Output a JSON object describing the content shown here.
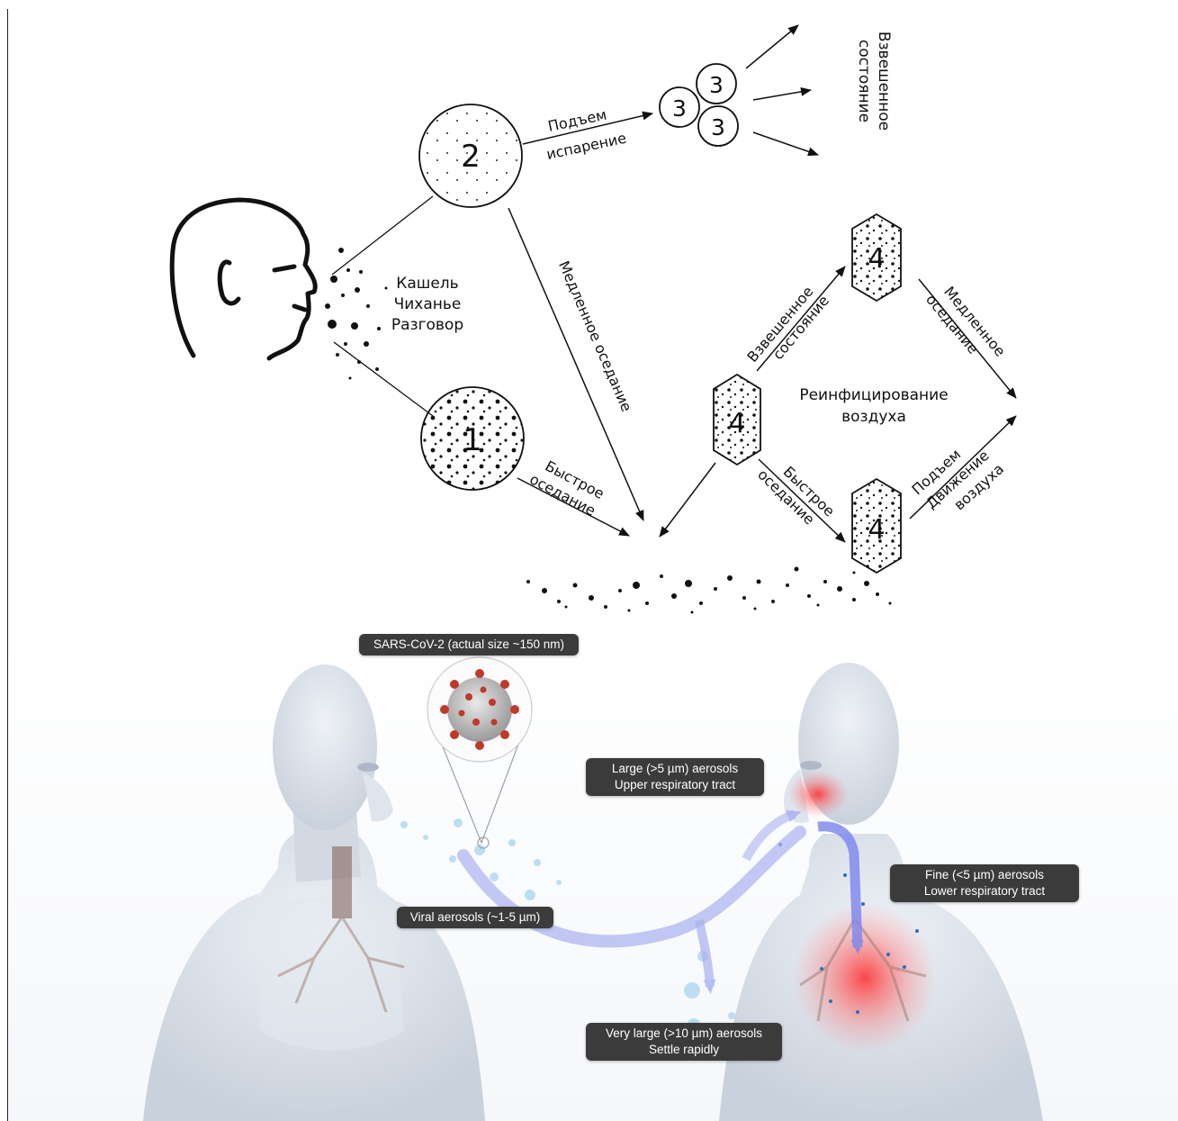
{
  "top_diagram": {
    "source_label": [
      "Кашель",
      "Чиханье",
      "Разговор"
    ],
    "droplet_2": "2",
    "droplet_1": "1",
    "nucleus_3": "3",
    "nucleus_4": "4",
    "rise_evaporation": [
      "Подъем",
      "испарение"
    ],
    "suspended_state_top": [
      "Взвешенное",
      "состояние"
    ],
    "slow_settling_long": "Медленное оседание",
    "fast_settling_left": [
      "Быстрое",
      "оседание"
    ],
    "suspended_state_mid": [
      "Взвешенное",
      "состояние"
    ],
    "slow_settling_right": [
      "Медленное",
      "оседание"
    ],
    "reinfection": [
      "Реинфицирование",
      "воздуха"
    ],
    "fast_settling_right": [
      "Быстрое",
      "оседание"
    ],
    "rise_air_movement": [
      "Подъем",
      "Движение",
      "воздуха"
    ]
  },
  "bottom_diagram": {
    "virus_label": "SARS-CoV-2 (actual size ~150 nm)",
    "viral_aerosols": "Viral aerosols (~1-5 µm)",
    "large_aerosols": [
      "Large (>5 µm) aerosols",
      "Upper respiratory tract"
    ],
    "fine_aerosols": [
      "Fine (<5 µm) aerosols",
      "Lower respiratory tract"
    ],
    "very_large_aerosols": [
      "Very large (>10 µm) aerosols",
      "Settle rapidly"
    ]
  },
  "colors": {
    "line": "#111111",
    "tag_bg": "#3b3b3b",
    "stream": "#aab0f0",
    "infection": "#ff4d4d",
    "virus": "#c0392b"
  }
}
